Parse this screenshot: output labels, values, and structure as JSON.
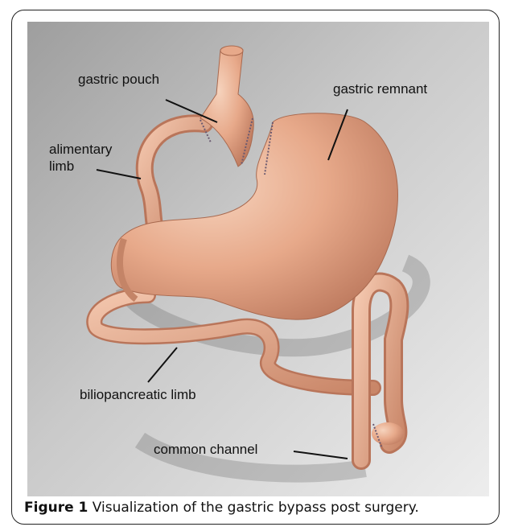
{
  "figure": {
    "labels": {
      "gastric_pouch": "gastric pouch",
      "gastric_remnant": "gastric remnant",
      "alimentary_limb_1": "alimentary",
      "alimentary_limb_2": "limb",
      "biliopancreatic_limb": "biliopancreatic limb",
      "common_channel": "common channel"
    }
  },
  "caption": {
    "figure_number": "Figure 1",
    "text": "Visualization of the gastric bypass post surgery."
  }
}
